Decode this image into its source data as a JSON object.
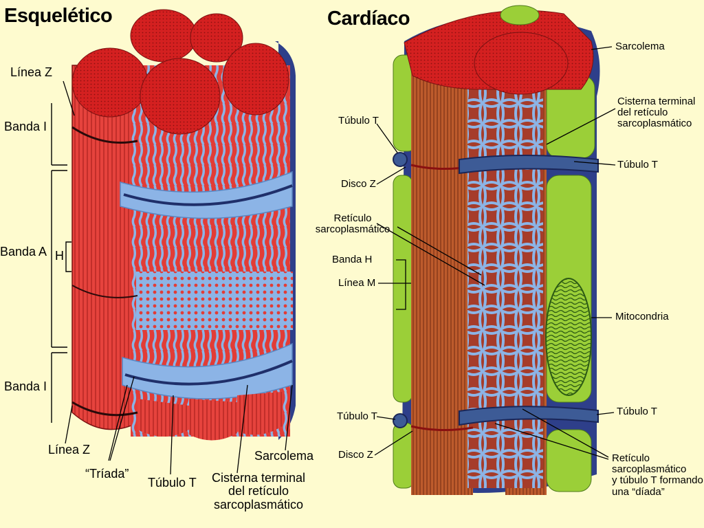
{
  "skeletal": {
    "title": "Esquelético",
    "labels": {
      "linea_z_top": "Línea Z",
      "banda_i_top": "Banda I",
      "banda_a": "Banda A",
      "h": "H",
      "banda_i_bottom": "Banda I",
      "linea_z_bottom": "Línea Z",
      "triada": "“Tríada”",
      "tubulo_t": "Túbulo T",
      "cisterna_l1": "Cisterna terminal",
      "cisterna_l2": "del retículo",
      "cisterna_l3": "sarcoplasmático",
      "sarcolema": "Sarcolema"
    }
  },
  "cardiac": {
    "title": "Cardíaco",
    "labels": {
      "sarcolema": "Sarcolema",
      "cisterna_l1": "Cisterna terminal",
      "cisterna_l2": "del retículo",
      "cisterna_l3": "sarcoplasmático",
      "tubulo_t_top_left": "Túbulo T",
      "tubulo_t_top_right": "Túbulo T",
      "disco_z_top": "Disco Z",
      "reticulo_l1": "Retículo",
      "reticulo_l2": "sarcoplasmático",
      "banda_h": "Banda H",
      "linea_m": "Línea M",
      "mitocondria": "Mitocondria",
      "tubulo_t_bottom_left": "Túbulo T",
      "tubulo_t_bottom_right": "Túbulo T",
      "disco_z_bottom": "Disco Z",
      "diada_l1": "Retículo",
      "diada_l2": "sarcoplasmático",
      "diada_l3": "y túbulo T formando",
      "diada_l4": "una “díada”"
    }
  },
  "colors": {
    "background": "#fefbcf",
    "skeletal_fiber": "#e23c36",
    "fiber_top": "#d41d1d",
    "reticulum": "#8cb4e6",
    "t_tubule": "#3d5b96",
    "cardiac_fiber": "#b8532a",
    "mitochondria": "#9bcf38"
  }
}
